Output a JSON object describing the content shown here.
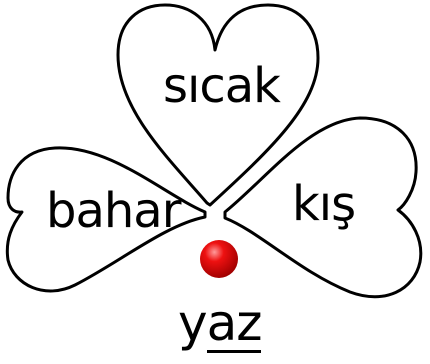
{
  "words": {
    "top": "sıcak",
    "left": "bahar",
    "right": "kış",
    "bottom_plain": "y",
    "bottom_underlined": "az"
  },
  "colors": {
    "outline": "#000000",
    "dot": "#d40000",
    "dot_highlight": "#ff9a9a",
    "background": "#ffffff"
  },
  "icons": {
    "center_dot": "red-dot-icon",
    "shape": "three-heart-clover"
  }
}
